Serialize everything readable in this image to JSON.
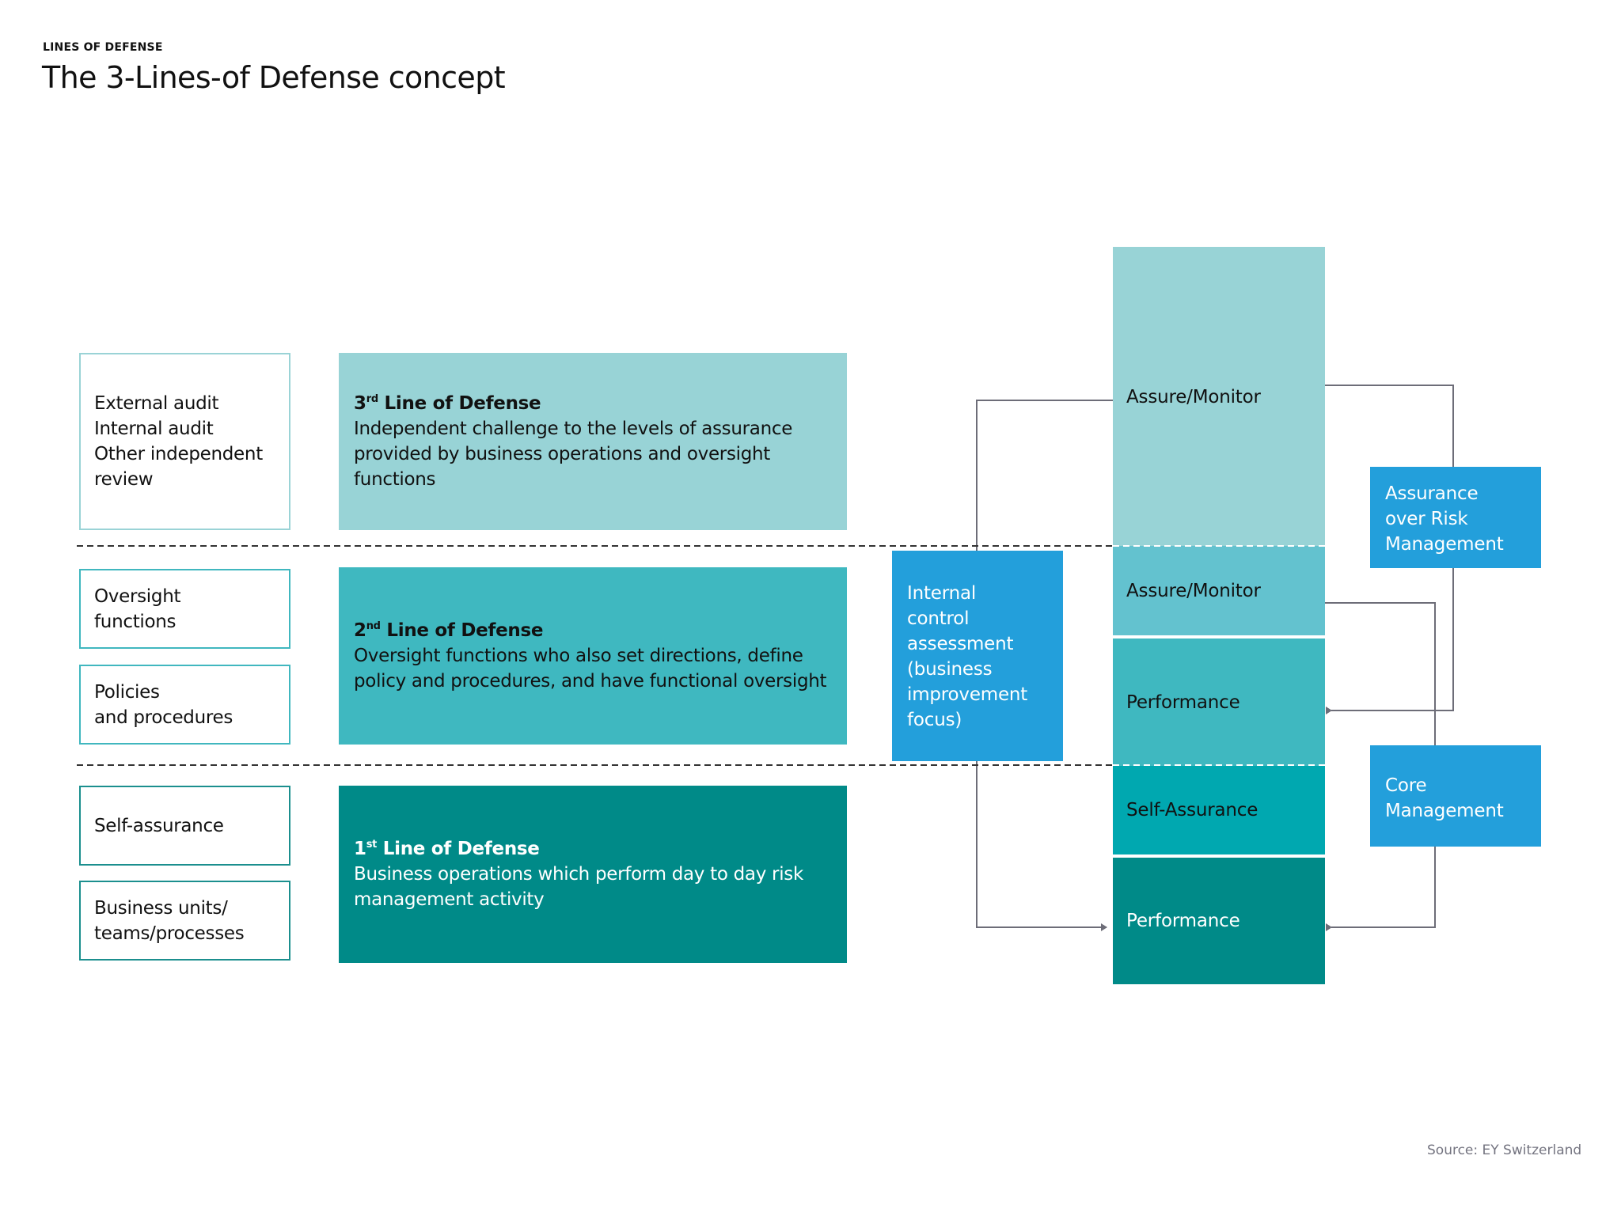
{
  "header": {
    "eyebrow": "LINES OF DEFENSE",
    "title": "The 3-Lines-of Defense concept"
  },
  "colors": {
    "third_line": "#98d3d6",
    "assure_monitor_2": "#63c2cf",
    "second_line": "#3fb8c0",
    "self_assurance": "#00a8b0",
    "first_line": "#008a88",
    "blue": "#239fdb",
    "connector": "#6d6d78"
  },
  "left_labels": {
    "third": [
      "External audit",
      "Internal audit",
      "Other independent",
      "review"
    ],
    "oversight": [
      "Oversight",
      "functions"
    ],
    "policies": [
      "Policies",
      "and procedures"
    ],
    "self_assurance": [
      "Self-assurance"
    ],
    "business_units": [
      "Business units/",
      "teams/processes"
    ]
  },
  "lines": {
    "third": {
      "ordinal": "3",
      "suffix": "rd",
      "heading": " Line of Defense",
      "description": "Independent challenge to the levels of assurance provided by business operations and oversight functions"
    },
    "second": {
      "ordinal": "2",
      "suffix": "nd",
      "heading": " Line of Defense",
      "description": "Oversight functions who also set directions, define policy and procedures, and have functional oversight"
    },
    "first": {
      "ordinal": "1",
      "suffix": "st",
      "heading": " Line of Defense",
      "description": "Business operations which perform day to day risk management activity"
    }
  },
  "internal_control": [
    "Internal",
    "control",
    "assessment",
    "(business",
    "improvement",
    "focus)"
  ],
  "stack": {
    "assure_monitor_1": "Assure/Monitor",
    "assure_monitor_2": "Assure/Monitor",
    "performance_1": "Performance",
    "self_assurance": "Self-Assurance",
    "performance_2": "Performance"
  },
  "side_boxes": {
    "assurance_over_risk": [
      "Assurance",
      "over Risk",
      "Management"
    ],
    "core_management": [
      "Core",
      "Management"
    ]
  },
  "footer": {
    "source": "Source: EY Switzerland"
  }
}
